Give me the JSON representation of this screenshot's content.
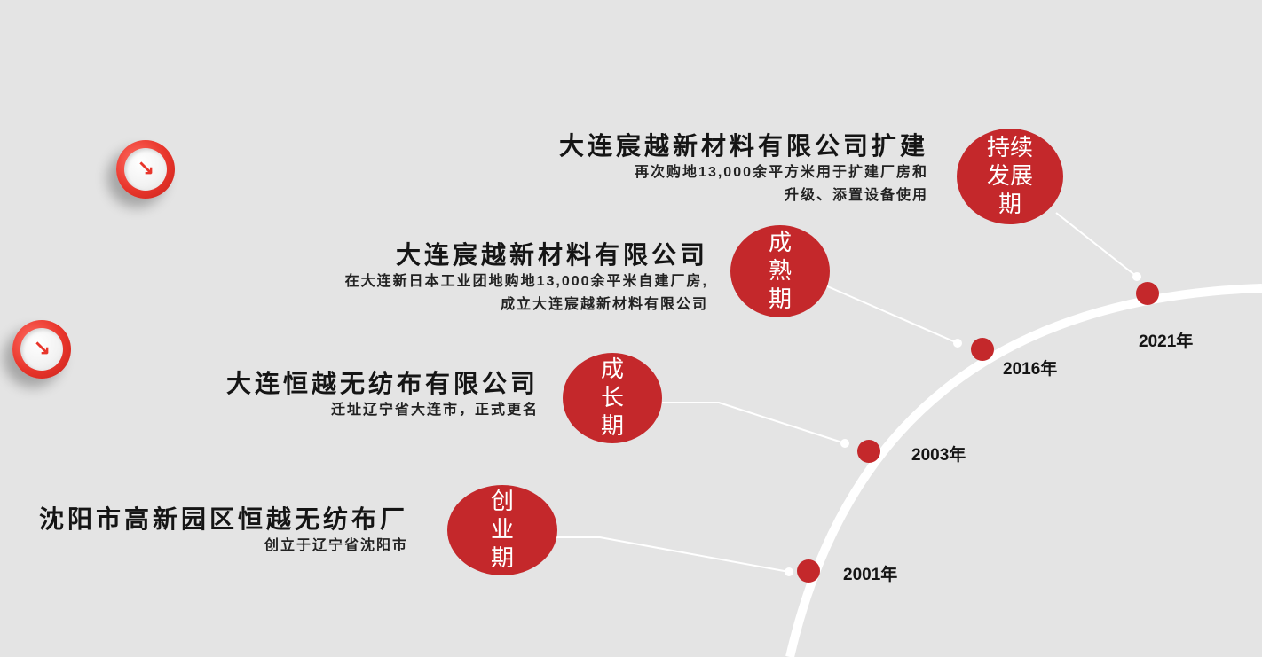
{
  "nav": {
    "prev_glyph": "↘",
    "next_glyph": "↘"
  },
  "colors": {
    "accent": "#c4282b",
    "background": "#e4e4e4",
    "line": "#ffffff"
  },
  "stages": [
    {
      "lines": [
        "持续",
        "发展",
        "期"
      ]
    },
    {
      "lines": [
        "成",
        "熟",
        "期"
      ]
    },
    {
      "lines": [
        "成",
        "长",
        "期"
      ]
    },
    {
      "lines": [
        "创",
        "业",
        "期"
      ]
    }
  ],
  "milestones": [
    {
      "title": "大连宸越新材料有限公司扩建",
      "desc": [
        "再次购地13,000余平方米用于扩建厂房和",
        "升级、添置设备使用"
      ]
    },
    {
      "title": "大连宸越新材料有限公司",
      "desc": [
        "在大连新日本工业团地购地13,000余平米自建厂房,",
        "成立大连宸越新材料有限公司"
      ]
    },
    {
      "title": "大连恒越无纺布有限公司",
      "desc": [
        "迁址辽宁省大连市，正式更名"
      ]
    },
    {
      "title": "沈阳市高新园区恒越无纺布厂",
      "desc": [
        "创立于辽宁省沈阳市"
      ]
    }
  ],
  "years": [
    "2021年",
    "2016年",
    "2003年",
    "2001年"
  ]
}
